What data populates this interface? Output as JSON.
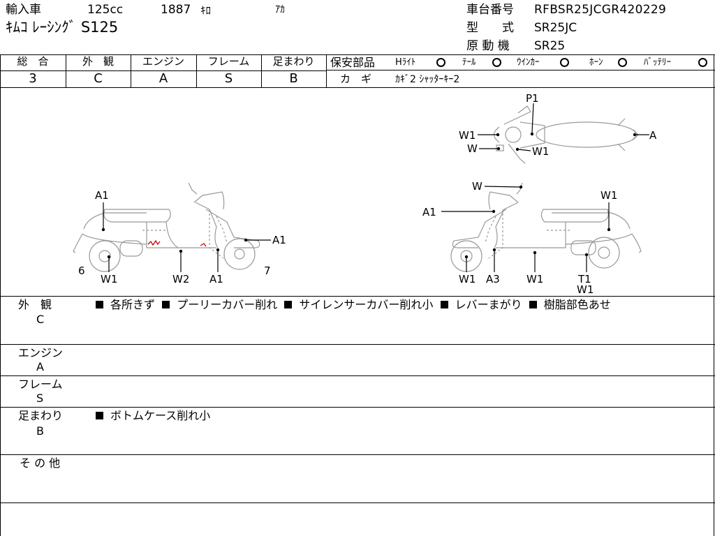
{
  "header": {
    "type_label": "輸入車",
    "displacement": "125cc",
    "mileage": "1887",
    "mileage_unit": "ｷﾛ",
    "color": "ｱｶ",
    "model_name": "ｷﾑｺ ﾚｰｼﾝｸﾞ S125",
    "frame_no_label": "車台番号",
    "frame_no": "RFBSR25JCGR420229",
    "model_code_label": "型　　式",
    "model_code": "SR25JC",
    "engine_label": "原 動 機",
    "engine": "SR25"
  },
  "grades": [
    {
      "label": "総　合",
      "value": "3"
    },
    {
      "label": "外　観",
      "value": "C"
    },
    {
      "label": "エンジン",
      "value": "A"
    },
    {
      "label": "フレーム",
      "value": "S"
    },
    {
      "label": "足まわり",
      "value": "B"
    }
  ],
  "safety": {
    "title": "保安部品",
    "items": [
      "Hﾗｲﾄ",
      "ﾃｰﾙ",
      "ｳｲﾝｶｰ",
      "ﾎｰﾝ",
      "ﾊﾞｯﾃﾘｰ"
    ],
    "keys_label": "カ　ギ",
    "keys_value": "ｶｷﾞ2 ｼｬｯﾀｰｷｰ2"
  },
  "diagram": {
    "top_view": [
      "P1",
      "W1",
      "W",
      "W1",
      "A"
    ],
    "left_view": [
      "A1",
      "A1",
      "6",
      "W1",
      "W2",
      "A1",
      "7"
    ],
    "right_view": [
      "W",
      "A1",
      "W1",
      "W1",
      "A3",
      "W1",
      "T1",
      "W1"
    ]
  },
  "remarks": [
    {
      "label": "外　観",
      "grade": "C",
      "items": [
        "各所きず",
        "プーリーカバー削れ",
        "サイレンサーカバー削れ小",
        "レバーまがり",
        "樹脂部色あせ"
      ]
    },
    {
      "label": "エンジン",
      "grade": "A",
      "items": []
    },
    {
      "label": "フレーム",
      "grade": "S",
      "items": []
    },
    {
      "label": "足まわり",
      "grade": "B",
      "items": [
        "ボトムケース削れ小"
      ]
    },
    {
      "label": "そ の 他",
      "grade": "",
      "items": []
    }
  ]
}
